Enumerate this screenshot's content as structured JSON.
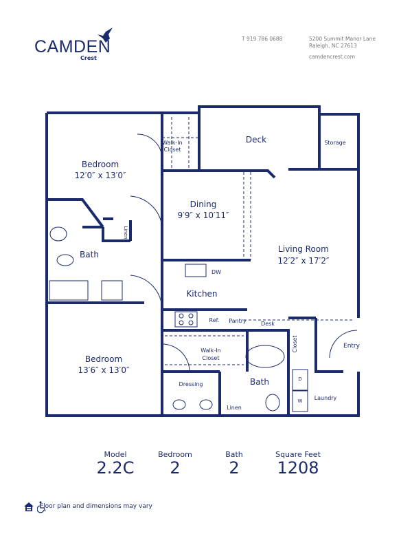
{
  "brand": {
    "name": "Camden",
    "community": "Crest",
    "logo_icon": "hummingbird-icon"
  },
  "contact": {
    "phone": "T 919 786 0688",
    "address_line1": "5200 Summit Manor Lane",
    "address_line2": "Raleigh, NC 27613",
    "website": "camdencrest.com"
  },
  "floorplan": {
    "rooms": {
      "bedroom1_name": "Bedroom",
      "bedroom1_dims": "12′0″ x 13′0″",
      "closet1": "Walk-In",
      "closet1b": "Closet",
      "deck": "Deck",
      "storage": "Storage",
      "dining_name": "Dining",
      "dining_dims": "9′9″ x 10′11″",
      "living_name": "Living Room",
      "living_dims": "12′2″ x 17′2″",
      "linen1": "Linen",
      "bath1": "Bath",
      "dw": "DW",
      "kitchen": "Kitchen",
      "ref": "Ref.",
      "pantry": "Pantry",
      "desk": "Desk",
      "closet2": "Closet",
      "entry": "Entry",
      "closet3": "Walk-In",
      "closet3b": "Closet",
      "bedroom2_name": "Bedroom",
      "bedroom2_dims": "13′6″ x 13′0″",
      "dressing": "Dressing",
      "bath2": "Bath",
      "laundry": "Laundry",
      "linen2": "Linen",
      "dryer": "D",
      "washer": "W"
    },
    "wall_color": "#1b2a6b"
  },
  "stats": [
    {
      "label": "Model",
      "value": "2.2C"
    },
    {
      "label": "Bedroom",
      "value": "2"
    },
    {
      "label": "Bath",
      "value": "2"
    },
    {
      "label": "Square Feet",
      "value": "1208"
    }
  ],
  "footer": {
    "disclaimer": "Floor plan and dimensions may vary",
    "icons": [
      "equal-housing-icon",
      "wheelchair-accessible-icon"
    ]
  }
}
